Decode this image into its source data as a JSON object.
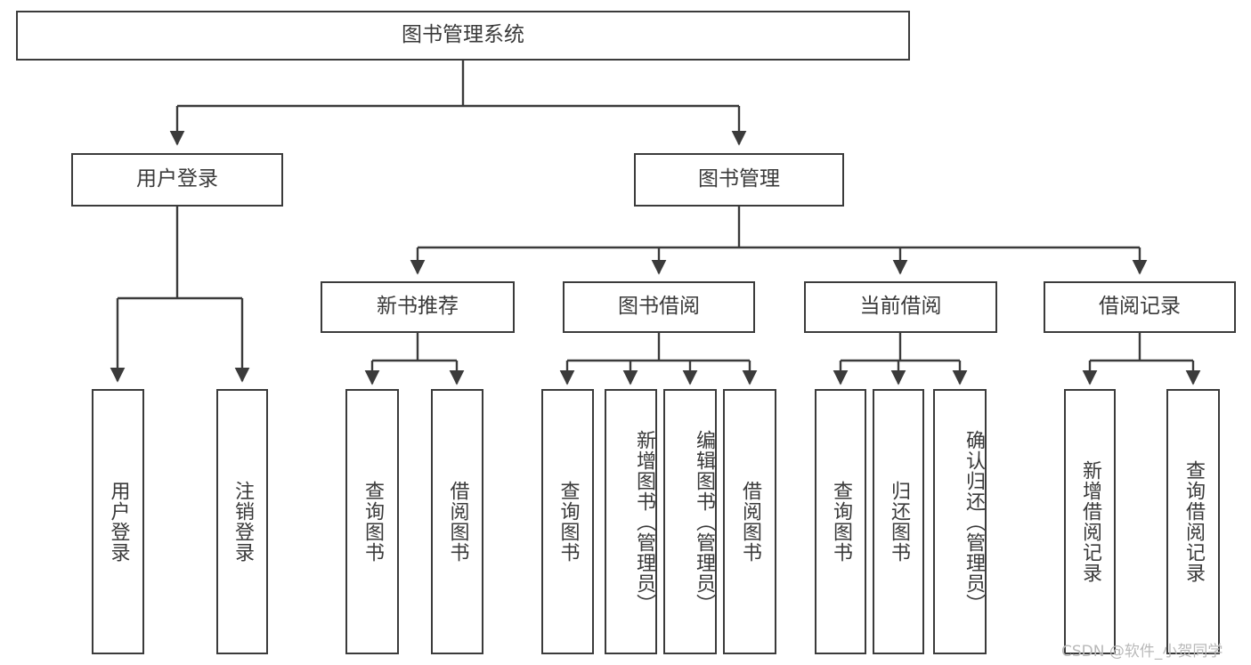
{
  "diagram": {
    "title": "图书管理系统",
    "watermark": "CSDN @软件_小贺同学",
    "line_color": "#3b3b3b",
    "text_color": "#3a3a3a",
    "background": "#ffffff",
    "root": {
      "label": "图书管理系统"
    },
    "level1": [
      {
        "label": "用户登录"
      },
      {
        "label": "图书管理"
      }
    ],
    "level2": [
      {
        "label": "新书推荐"
      },
      {
        "label": "图书借阅"
      },
      {
        "label": "当前借阅"
      },
      {
        "label": "借阅记录"
      }
    ],
    "leaves": {
      "user_login": [
        {
          "label": "用户登录"
        },
        {
          "label": "注销登录"
        }
      ],
      "new_book": [
        {
          "label": "查询图书"
        },
        {
          "label": "借阅图书"
        }
      ],
      "book_borrow": [
        {
          "label": "查询图书"
        },
        {
          "label": "新增图书（管理员）"
        },
        {
          "label": "编辑图书（管理员）"
        },
        {
          "label": "借阅图书"
        }
      ],
      "current_borrow": [
        {
          "label": "查询图书"
        },
        {
          "label": "归还图书"
        },
        {
          "label": "确认归还（管理员）"
        }
      ],
      "borrow_record": [
        {
          "label": "新增借阅记录"
        },
        {
          "label": "查询借阅记录"
        }
      ]
    }
  }
}
